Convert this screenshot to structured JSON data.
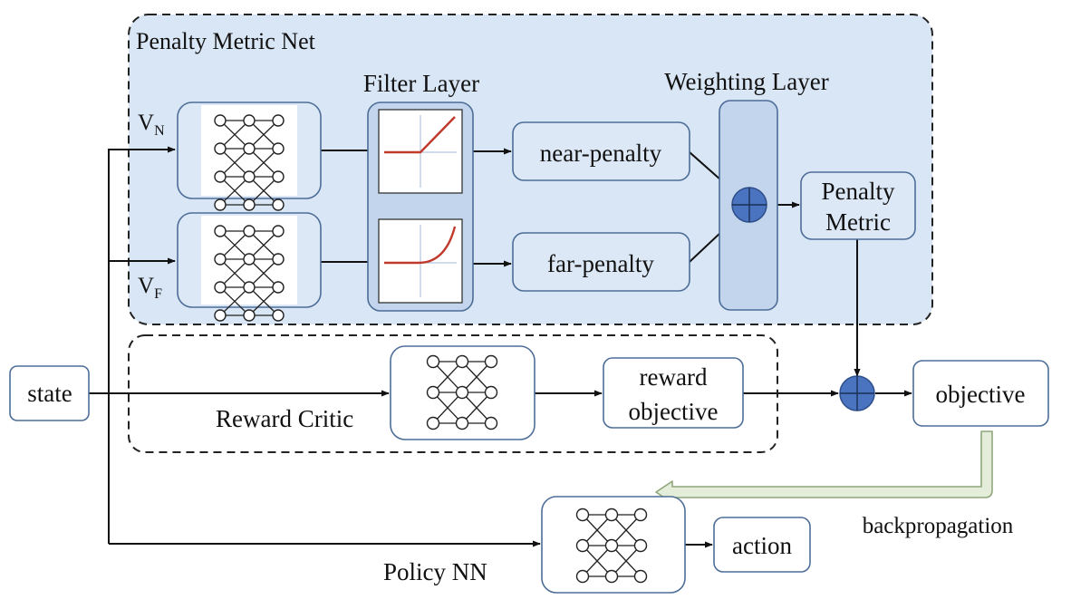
{
  "diagram": {
    "penalty_net_title": "Penalty Metric Net",
    "filter_layer_label": "Filter Layer",
    "weighting_layer_label": "Weighting Layer",
    "vn_label": "V",
    "vn_sub": "N",
    "vf_label": "V",
    "vf_sub": "F",
    "near_penalty": "near-penalty",
    "far_penalty": "far-penalty",
    "penalty_metric_line1": "Penalty",
    "penalty_metric_line2": "Metric",
    "state": "state",
    "reward_critic_label": "Reward Critic",
    "reward_objective_line1": "reward",
    "reward_objective_line2": "objective",
    "objective": "objective",
    "backpropagation": "backpropagation",
    "policy_nn_label": "Policy NN",
    "action": "action"
  },
  "colors": {
    "penalty_region_fill": "#d9e6f5",
    "node_fill": "#dde8f6",
    "node_stroke": "#4d6d98",
    "sum_node_fill": "#4a73c0",
    "backprop_arrow_fill": "#e4edd9",
    "backprop_arrow_stroke": "#8fa67c",
    "activation_curve": "#c0392b"
  }
}
